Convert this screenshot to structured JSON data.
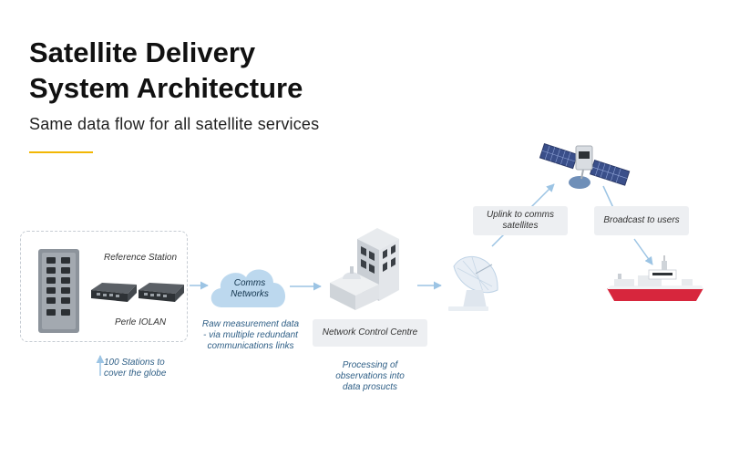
{
  "header": {
    "title_line1": "Satellite Delivery",
    "title_line2": "System Architecture",
    "subtitle": "Same data flow for all satellite services"
  },
  "station": {
    "reference_label": "Reference Station",
    "device_label": "Perle IOLAN",
    "stations_note_line1": "100 Stations to",
    "stations_note_line2": "cover the globe"
  },
  "cloud": {
    "line1": "Comms",
    "line2": "Networks"
  },
  "raw_note": {
    "line1": "Raw measurement data",
    "line2": "- via multiple redundant",
    "line3": "communications links"
  },
  "ncc": {
    "label": "Network Control Centre",
    "note_line1": "Processing of",
    "note_line2": "observations into",
    "note_line3": "data prosucts"
  },
  "uplink": {
    "line1": "Uplink to comms",
    "line2": "satellites"
  },
  "broadcast": {
    "label": "Broadcast to users"
  },
  "colors": {
    "accent": "#f2b705",
    "arrow": "#9cc4e4",
    "note_text": "#2f5f86",
    "cloud": "#bcd8ee",
    "ship_hull": "#d7263d"
  }
}
